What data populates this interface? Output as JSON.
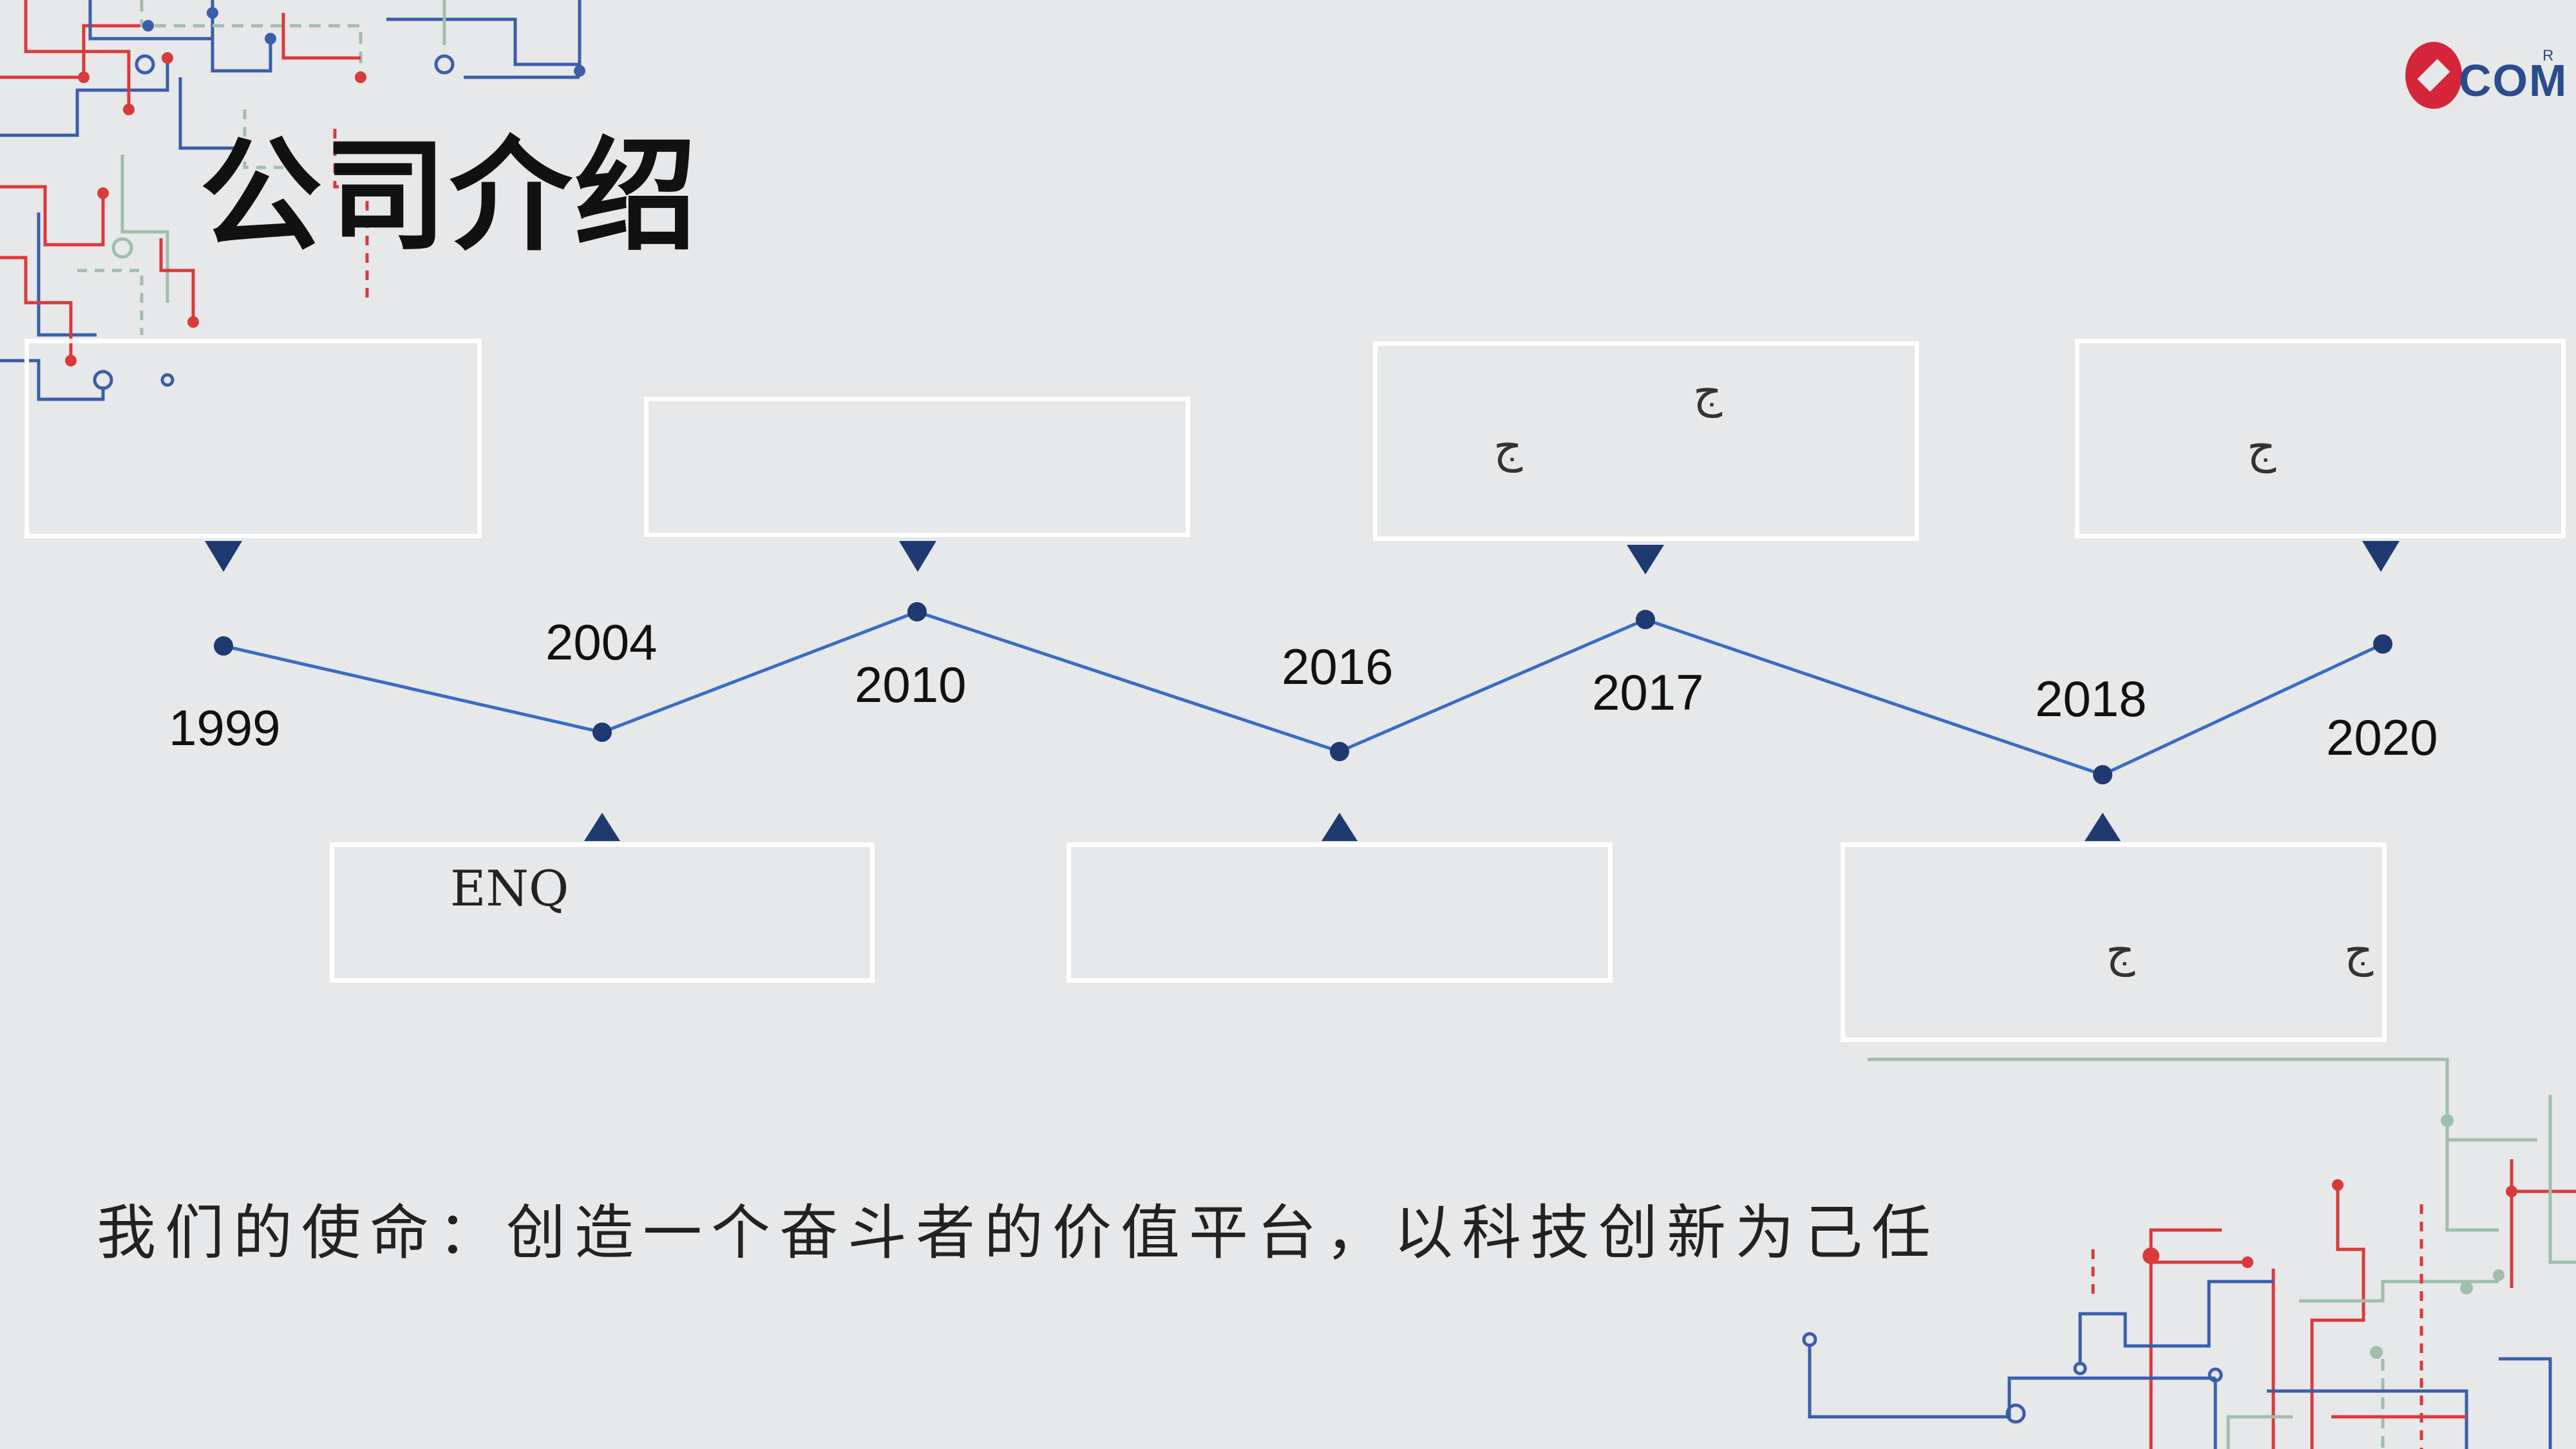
{
  "slide": {
    "title": "公司介绍",
    "logo_text": "COM",
    "logo_reg": "R",
    "mission": "我们的使命：创造一个奋斗者的价值平台，以科技创新为己任"
  },
  "timeline": {
    "years": [
      "1999",
      "2004",
      "2010",
      "2016",
      "2017",
      "2018",
      "2020"
    ],
    "boxes": [
      {
        "year": "1999",
        "position": "above",
        "texts": []
      },
      {
        "year": "2004",
        "position": "below",
        "texts": [
          "ENQ"
        ]
      },
      {
        "year": "2010",
        "position": "above",
        "texts": []
      },
      {
        "year": "2016",
        "position": "below",
        "texts": []
      },
      {
        "year": "2017",
        "position": "above",
        "texts": [
          "ج",
          "ج"
        ]
      },
      {
        "year": "2018",
        "position": "below",
        "texts": [
          "ج",
          "ج"
        ]
      },
      {
        "year": "2020",
        "position": "above",
        "texts": [
          "ج"
        ]
      }
    ]
  },
  "colors": {
    "line": "#3a6bc4",
    "dot": "#1f3a70",
    "arrow": "#1f3a70",
    "box_border": "#ffffff",
    "circuit_red": "#d93a3a",
    "circuit_blue": "#3a5fa8",
    "circuit_green": "#9fbfaa"
  }
}
